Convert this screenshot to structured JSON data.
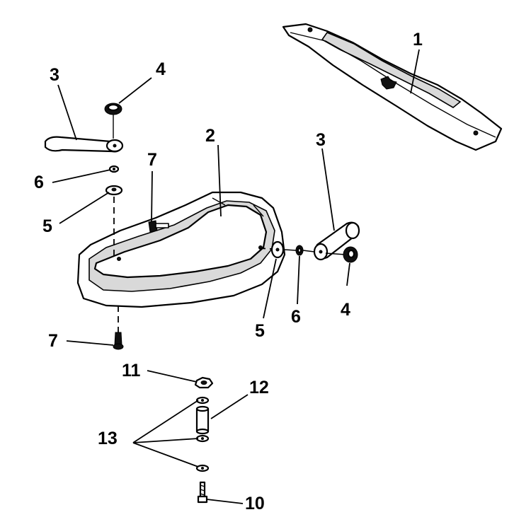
{
  "callouts": [
    {
      "id": "1",
      "text": "1"
    },
    {
      "id": "2",
      "text": "2"
    },
    {
      "id": "3a",
      "text": "3"
    },
    {
      "id": "3b",
      "text": "3"
    },
    {
      "id": "4a",
      "text": "4"
    },
    {
      "id": "4b",
      "text": "4"
    },
    {
      "id": "5a",
      "text": "5"
    },
    {
      "id": "5b",
      "text": "5"
    },
    {
      "id": "6a",
      "text": "6"
    },
    {
      "id": "6b",
      "text": "6"
    },
    {
      "id": "7a",
      "text": "7"
    },
    {
      "id": "7b",
      "text": "7"
    },
    {
      "id": "10",
      "text": "10"
    },
    {
      "id": "11",
      "text": "11"
    },
    {
      "id": "12",
      "text": "12"
    },
    {
      "id": "13",
      "text": "13"
    }
  ]
}
